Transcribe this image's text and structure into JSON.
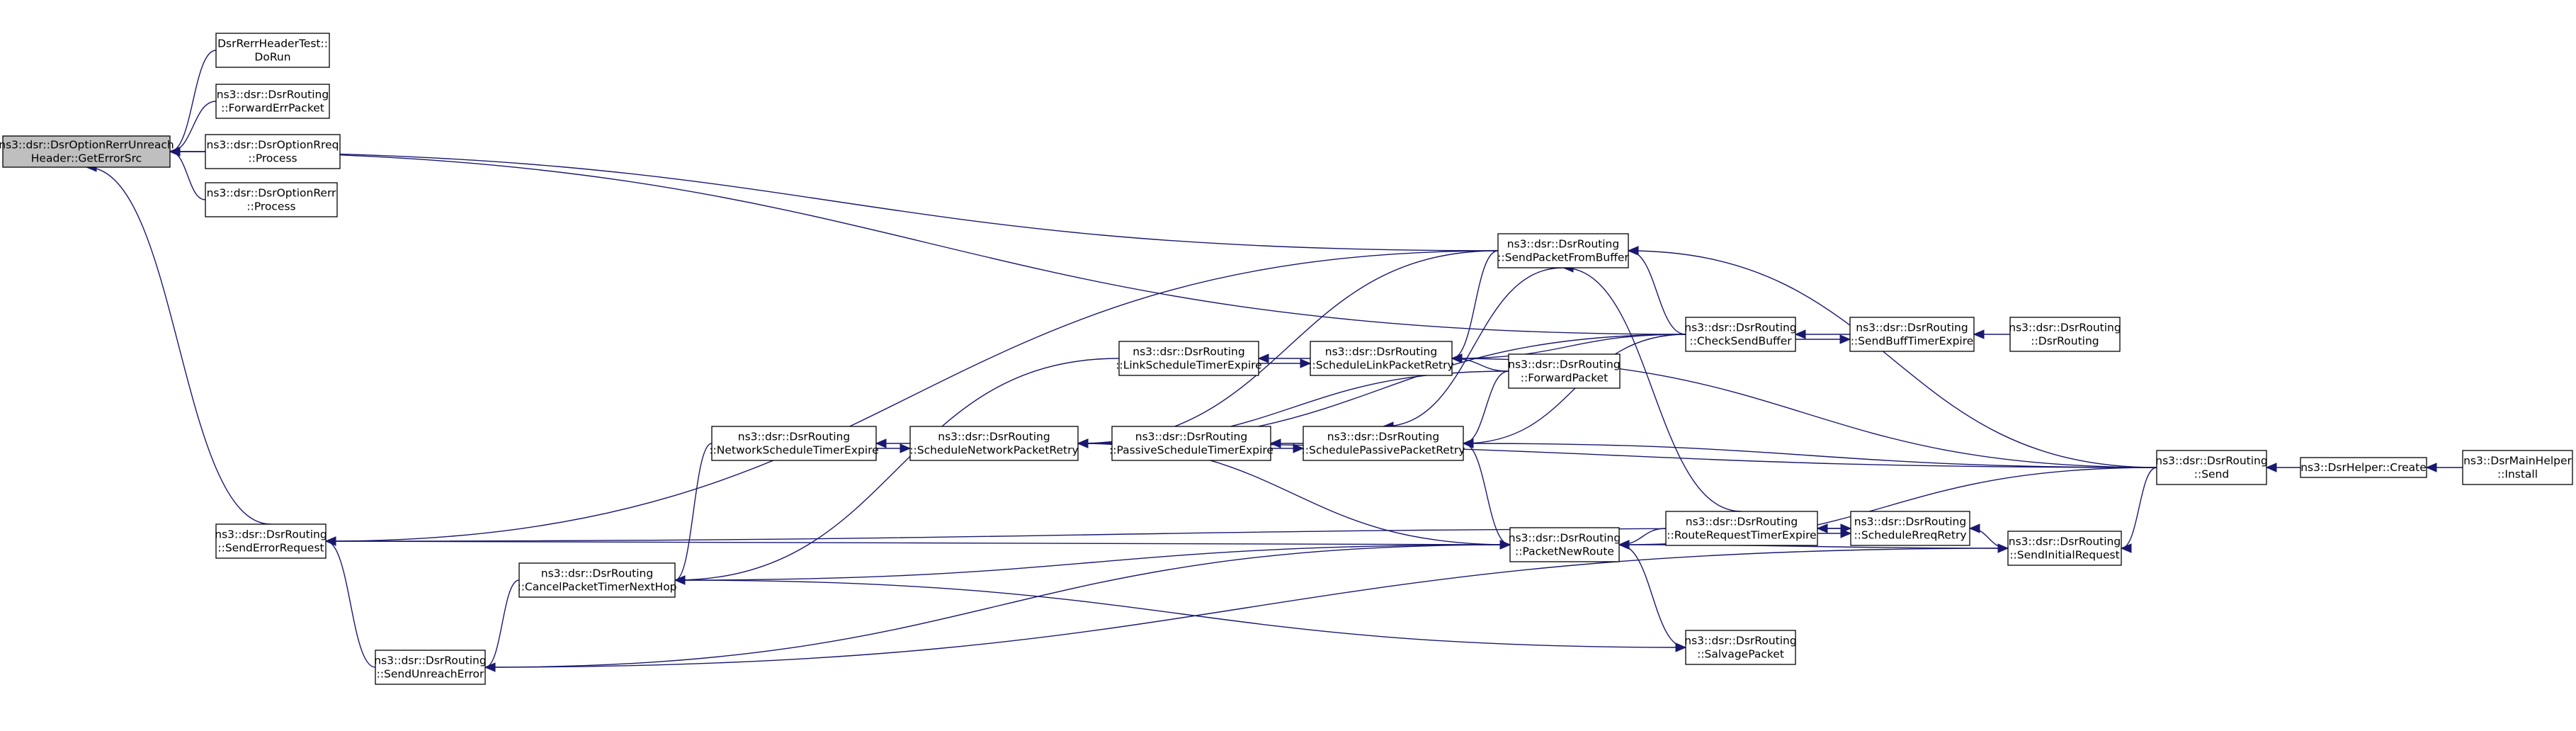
{
  "colors": {
    "edge": "#191970",
    "root_fill": "#bfbfbf",
    "node_fill": "#ffffff",
    "node_border": "#000000"
  },
  "nodes": [
    {
      "id": "getErrorSrc",
      "root": true,
      "lines": [
        "ns3::dsr::DsrOptionRerrUnreach",
        "Header::GetErrorSrc"
      ]
    },
    {
      "id": "rerrHeaderTest",
      "lines": [
        "DsrRerrHeaderTest::",
        "DoRun"
      ]
    },
    {
      "id": "forwardErrPacket",
      "lines": [
        "ns3::dsr::DsrRouting",
        "::ForwardErrPacket"
      ]
    },
    {
      "id": "optionRreqProcess",
      "lines": [
        "ns3::dsr::DsrOptionRreq",
        "::Process"
      ]
    },
    {
      "id": "optionRerrProcess",
      "lines": [
        "ns3::dsr::DsrOptionRerr",
        "::Process"
      ]
    },
    {
      "id": "sendErrorRequest",
      "lines": [
        "ns3::dsr::DsrRouting",
        "::SendErrorRequest"
      ]
    },
    {
      "id": "sendUnreachError",
      "lines": [
        "ns3::dsr::DsrRouting",
        "::SendUnreachError"
      ]
    },
    {
      "id": "cancelPacketTimer",
      "lines": [
        "ns3::dsr::DsrRouting",
        "::CancelPacketTimerNextHop"
      ]
    },
    {
      "id": "networkScheduleTimer",
      "lines": [
        "ns3::dsr::DsrRouting",
        "::NetworkScheduleTimerExpire"
      ]
    },
    {
      "id": "scheduleNetworkRetry",
      "lines": [
        "ns3::dsr::DsrRouting",
        "::ScheduleNetworkPacketRetry"
      ]
    },
    {
      "id": "linkScheduleTimer",
      "lines": [
        "ns3::dsr::DsrRouting",
        "::LinkScheduleTimerExpire"
      ]
    },
    {
      "id": "passiveScheduleTimer",
      "lines": [
        "ns3::dsr::DsrRouting",
        "::PassiveScheduleTimerExpire"
      ]
    },
    {
      "id": "scheduleLinkRetry",
      "lines": [
        "ns3::dsr::DsrRouting",
        "::ScheduleLinkPacketRetry"
      ]
    },
    {
      "id": "schedulePassiveRetry",
      "lines": [
        "ns3::dsr::DsrRouting",
        "::SchedulePassivePacketRetry"
      ]
    },
    {
      "id": "sendPacketFromBuffer",
      "lines": [
        "ns3::dsr::DsrRouting",
        "::SendPacketFromBuffer"
      ]
    },
    {
      "id": "forwardPacket",
      "lines": [
        "ns3::dsr::DsrRouting",
        "::ForwardPacket"
      ]
    },
    {
      "id": "packetNewRoute",
      "lines": [
        "ns3::dsr::DsrRouting",
        "::PacketNewRoute"
      ]
    },
    {
      "id": "checkSendBuffer",
      "lines": [
        "ns3::dsr::DsrRouting",
        "::CheckSendBuffer"
      ]
    },
    {
      "id": "routeRequestTimer",
      "lines": [
        "ns3::dsr::DsrRouting",
        "::RouteRequestTimerExpire"
      ]
    },
    {
      "id": "salvagePacket",
      "lines": [
        "ns3::dsr::DsrRouting",
        "::SalvagePacket"
      ]
    },
    {
      "id": "sendBuffTimer",
      "lines": [
        "ns3::dsr::DsrRouting",
        "::SendBuffTimerExpire"
      ]
    },
    {
      "id": "scheduleRreqRetry",
      "lines": [
        "ns3::dsr::DsrRouting",
        "::ScheduleRreqRetry"
      ]
    },
    {
      "id": "dsrRoutingCtor",
      "lines": [
        "ns3::dsr::DsrRouting",
        "::DsrRouting"
      ]
    },
    {
      "id": "sendInitialRequest",
      "lines": [
        "ns3::dsr::DsrRouting",
        "::SendInitialRequest"
      ]
    },
    {
      "id": "send",
      "lines": [
        "ns3::dsr::DsrRouting",
        "::Send"
      ]
    },
    {
      "id": "helperCreate",
      "lines": [
        "ns3::DsrHelper::Create"
      ]
    },
    {
      "id": "mainHelperInstall",
      "lines": [
        "ns3::DsrMainHelper",
        "::Install"
      ]
    }
  ],
  "edges": [
    {
      "from": "rerrHeaderTest",
      "to": "getErrorSrc"
    },
    {
      "from": "forwardErrPacket",
      "to": "getErrorSrc"
    },
    {
      "from": "optionRreqProcess",
      "to": "getErrorSrc"
    },
    {
      "from": "optionRerrProcess",
      "to": "getErrorSrc"
    },
    {
      "from": "sendErrorRequest",
      "to": "getErrorSrc"
    },
    {
      "from": "sendPacketFromBuffer",
      "to": "getErrorSrc"
    },
    {
      "from": "checkSendBuffer",
      "to": "getErrorSrc"
    },
    {
      "from": "sendUnreachError",
      "to": "sendErrorRequest"
    },
    {
      "from": "sendPacketFromBuffer",
      "to": "sendErrorRequest"
    },
    {
      "from": "cancelPacketTimer",
      "to": "sendUnreachError"
    },
    {
      "from": "networkScheduleTimer",
      "to": "cancelPacketTimer"
    },
    {
      "from": "linkScheduleTimer",
      "to": "cancelPacketTimer"
    },
    {
      "from": "scheduleNetworkRetry",
      "to": "networkScheduleTimer"
    },
    {
      "from": "networkScheduleTimer",
      "to": "scheduleNetworkRetry"
    },
    {
      "from": "passiveScheduleTimer",
      "to": "scheduleNetworkRetry"
    },
    {
      "from": "forwardPacket",
      "to": "scheduleNetworkRetry"
    },
    {
      "from": "sendPacketFromBuffer",
      "to": "scheduleNetworkRetry"
    },
    {
      "from": "checkSendBuffer",
      "to": "scheduleNetworkRetry"
    },
    {
      "from": "packetNewRoute",
      "to": "scheduleNetworkRetry"
    },
    {
      "from": "send",
      "to": "scheduleNetworkRetry"
    },
    {
      "from": "scheduleLinkRetry",
      "to": "linkScheduleTimer"
    },
    {
      "from": "linkScheduleTimer",
      "to": "scheduleLinkRetry"
    },
    {
      "from": "sendPacketFromBuffer",
      "to": "scheduleLinkRetry"
    },
    {
      "from": "forwardPacket",
      "to": "scheduleLinkRetry"
    },
    {
      "from": "checkSendBuffer",
      "to": "scheduleLinkRetry"
    },
    {
      "from": "send",
      "to": "scheduleLinkRetry"
    },
    {
      "from": "schedulePassiveRetry",
      "to": "passiveScheduleTimer"
    },
    {
      "from": "passiveScheduleTimer",
      "to": "schedulePassiveRetry"
    },
    {
      "from": "sendPacketFromBuffer",
      "to": "schedulePassiveRetry"
    },
    {
      "from": "forwardPacket",
      "to": "schedulePassiveRetry"
    },
    {
      "from": "checkSendBuffer",
      "to": "schedulePassiveRetry"
    },
    {
      "from": "packetNewRoute",
      "to": "schedulePassiveRetry"
    },
    {
      "from": "send",
      "to": "schedulePassiveRetry"
    },
    {
      "from": "checkSendBuffer",
      "to": "sendPacketFromBuffer"
    },
    {
      "from": "send",
      "to": "sendPacketFromBuffer"
    },
    {
      "from": "routeRequestTimer",
      "to": "sendPacketFromBuffer"
    },
    {
      "from": "sendErrorRequest",
      "to": "packetNewRoute"
    },
    {
      "from": "sendUnreachError",
      "to": "packetNewRoute"
    },
    {
      "from": "cancelPacketTimer",
      "to": "packetNewRoute"
    },
    {
      "from": "routeRequestTimer",
      "to": "packetNewRoute"
    },
    {
      "from": "salvagePacket",
      "to": "packetNewRoute"
    },
    {
      "from": "sendInitialRequest",
      "to": "packetNewRoute"
    },
    {
      "from": "send",
      "to": "packetNewRoute"
    },
    {
      "from": "sendBuffTimer",
      "to": "checkSendBuffer"
    },
    {
      "from": "checkSendBuffer",
      "to": "sendBuffTimer"
    },
    {
      "from": "dsrRoutingCtor",
      "to": "sendBuffTimer"
    },
    {
      "from": "scheduleRreqRetry",
      "to": "routeRequestTimer"
    },
    {
      "from": "routeRequestTimer",
      "to": "scheduleRreqRetry"
    },
    {
      "from": "sendInitialRequest",
      "to": "scheduleRreqRetry"
    },
    {
      "from": "sendErrorRequest",
      "to": "scheduleRreqRetry"
    },
    {
      "from": "cancelPacketTimer",
      "to": "salvagePacket"
    },
    {
      "from": "send",
      "to": "sendInitialRequest"
    },
    {
      "from": "sendUnreachError",
      "to": "sendInitialRequest"
    },
    {
      "from": "helperCreate",
      "to": "send"
    },
    {
      "from": "mainHelperInstall",
      "to": "helperCreate"
    }
  ]
}
